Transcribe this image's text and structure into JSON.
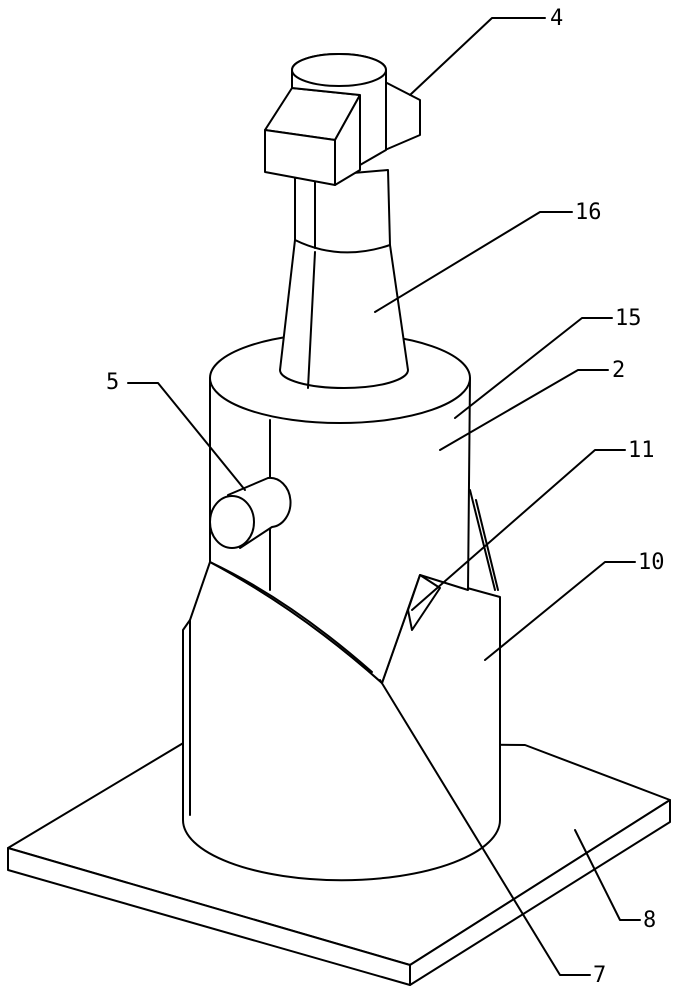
{
  "figure": {
    "labels": {
      "head": "4",
      "neck": "16",
      "top_face": "15",
      "pin": "5",
      "inner_cylinder": "2",
      "groove": "11",
      "outer_sleeve": "10",
      "base_plate": "8",
      "slot_edge": "7"
    }
  }
}
